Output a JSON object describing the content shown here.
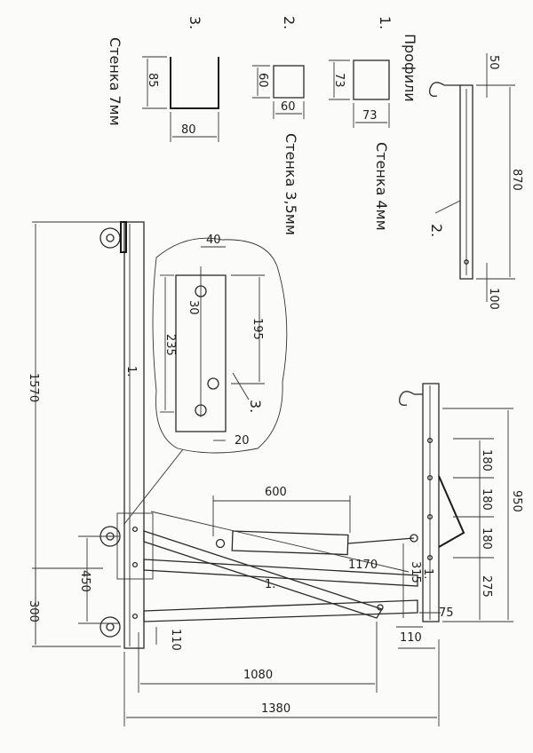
{
  "labels": {
    "profiles_heading": "Профили",
    "profile1_num": "1.",
    "profile2_num": "2.",
    "profile3_num": "3.",
    "wall1": "Стенка 4мм",
    "wall2": "Стенка 3,5мм",
    "wall3": "Стенка 7мм",
    "p1_h": "73",
    "p1_w": "73",
    "p2_h": "60",
    "p2_w": "60",
    "p3_h": "85",
    "p3_w": "80",
    "arm_top": "50",
    "arm_len": "870",
    "arm_bot": "100",
    "arm_part": "2.",
    "plate_w": "40",
    "plate_hole": "30",
    "plate_len": "235",
    "plate_inner": "195",
    "plate_edge": "20",
    "plate_part": "3.",
    "base_len": "1570",
    "base_part": "1.",
    "base_off": "300",
    "strut_h": "450",
    "base_low": "110",
    "cyl_len": "600",
    "diag_len": "1170",
    "diag_part": "1.",
    "mast_part": "1.",
    "mast_off": "315",
    "mast_h1": "180",
    "mast_h2": "180",
    "mast_h3": "180",
    "mast_h4": "275",
    "mast_total": "950",
    "mast_w": "75",
    "mast_base": "110",
    "span_inner": "1080",
    "span_total": "1380"
  }
}
